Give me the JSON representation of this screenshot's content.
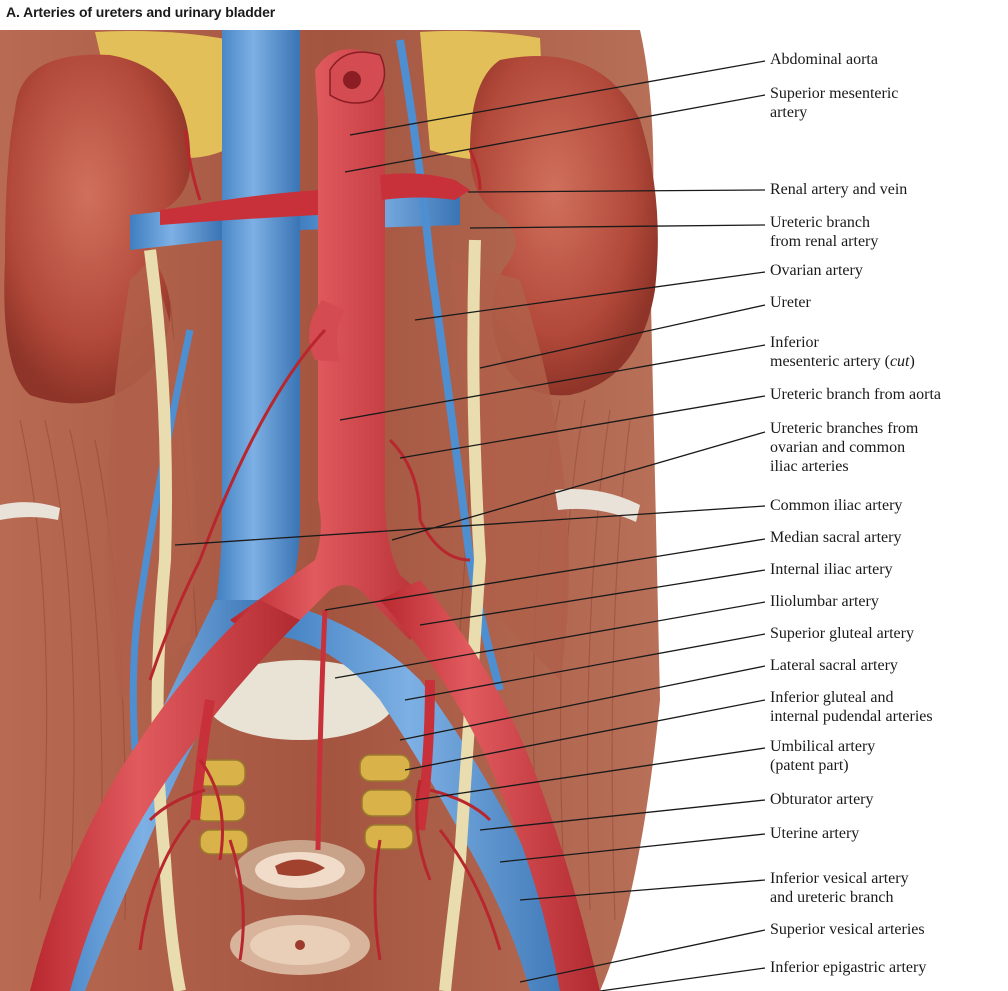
{
  "title": "A. Arteries of ureters and urinary bladder",
  "labels": [
    {
      "id": "abdominal-aorta",
      "lines": [
        "Abdominal aorta"
      ]
    },
    {
      "id": "superior-mesenteric-artery",
      "lines": [
        "Superior mesenteric",
        "artery"
      ]
    },
    {
      "id": "renal-artery-and-vein",
      "lines": [
        "Renal artery and vein"
      ]
    },
    {
      "id": "ureteric-branch-renal",
      "lines": [
        "Ureteric branch",
        "from renal artery"
      ]
    },
    {
      "id": "ovarian-artery",
      "lines": [
        "Ovarian artery"
      ]
    },
    {
      "id": "ureter",
      "lines": [
        "Ureter"
      ]
    },
    {
      "id": "inferior-mesenteric-artery",
      "lines": [
        "Inferior",
        "mesenteric artery (cut)"
      ]
    },
    {
      "id": "ureteric-branch-aorta",
      "lines": [
        "Ureteric branch from aorta"
      ]
    },
    {
      "id": "ureteric-branches-ovarian-iliac",
      "lines": [
        "Ureteric branches from",
        "ovarian and common",
        "iliac arteries"
      ]
    },
    {
      "id": "common-iliac-artery",
      "lines": [
        "Common iliac artery"
      ]
    },
    {
      "id": "median-sacral-artery",
      "lines": [
        "Median sacral artery"
      ]
    },
    {
      "id": "internal-iliac-artery",
      "lines": [
        "Internal iliac artery"
      ]
    },
    {
      "id": "iliolumbar-artery",
      "lines": [
        "Iliolumbar artery"
      ]
    },
    {
      "id": "superior-gluteal-artery",
      "lines": [
        "Superior gluteal artery"
      ]
    },
    {
      "id": "lateral-sacral-artery",
      "lines": [
        "Lateral sacral artery"
      ]
    },
    {
      "id": "inferior-gluteal-pudendal",
      "lines": [
        "Inferior gluteal and",
        "internal pudendal arteries"
      ]
    },
    {
      "id": "umbilical-artery",
      "lines": [
        "Umbilical artery",
        "(patent part)"
      ]
    },
    {
      "id": "obturator-artery",
      "lines": [
        "Obturator artery"
      ]
    },
    {
      "id": "uterine-artery",
      "lines": [
        "Uterine artery"
      ]
    },
    {
      "id": "inferior-vesical-artery",
      "lines": [
        "Inferior vesical artery",
        "and ureteric branch"
      ]
    },
    {
      "id": "superior-vesical-arteries",
      "lines": [
        "Superior vesical arteries"
      ]
    },
    {
      "id": "inferior-epigastric-artery",
      "lines": [
        "Inferior epigastric artery"
      ]
    }
  ],
  "colors": {
    "artery": "#c8313a",
    "vein": "#4d8fd0",
    "kidney": "#b2493a",
    "muscle": "#a85a44",
    "fat": "#e6c25a",
    "ureter": "#e9dcae",
    "leader": "#1a1a1a"
  }
}
